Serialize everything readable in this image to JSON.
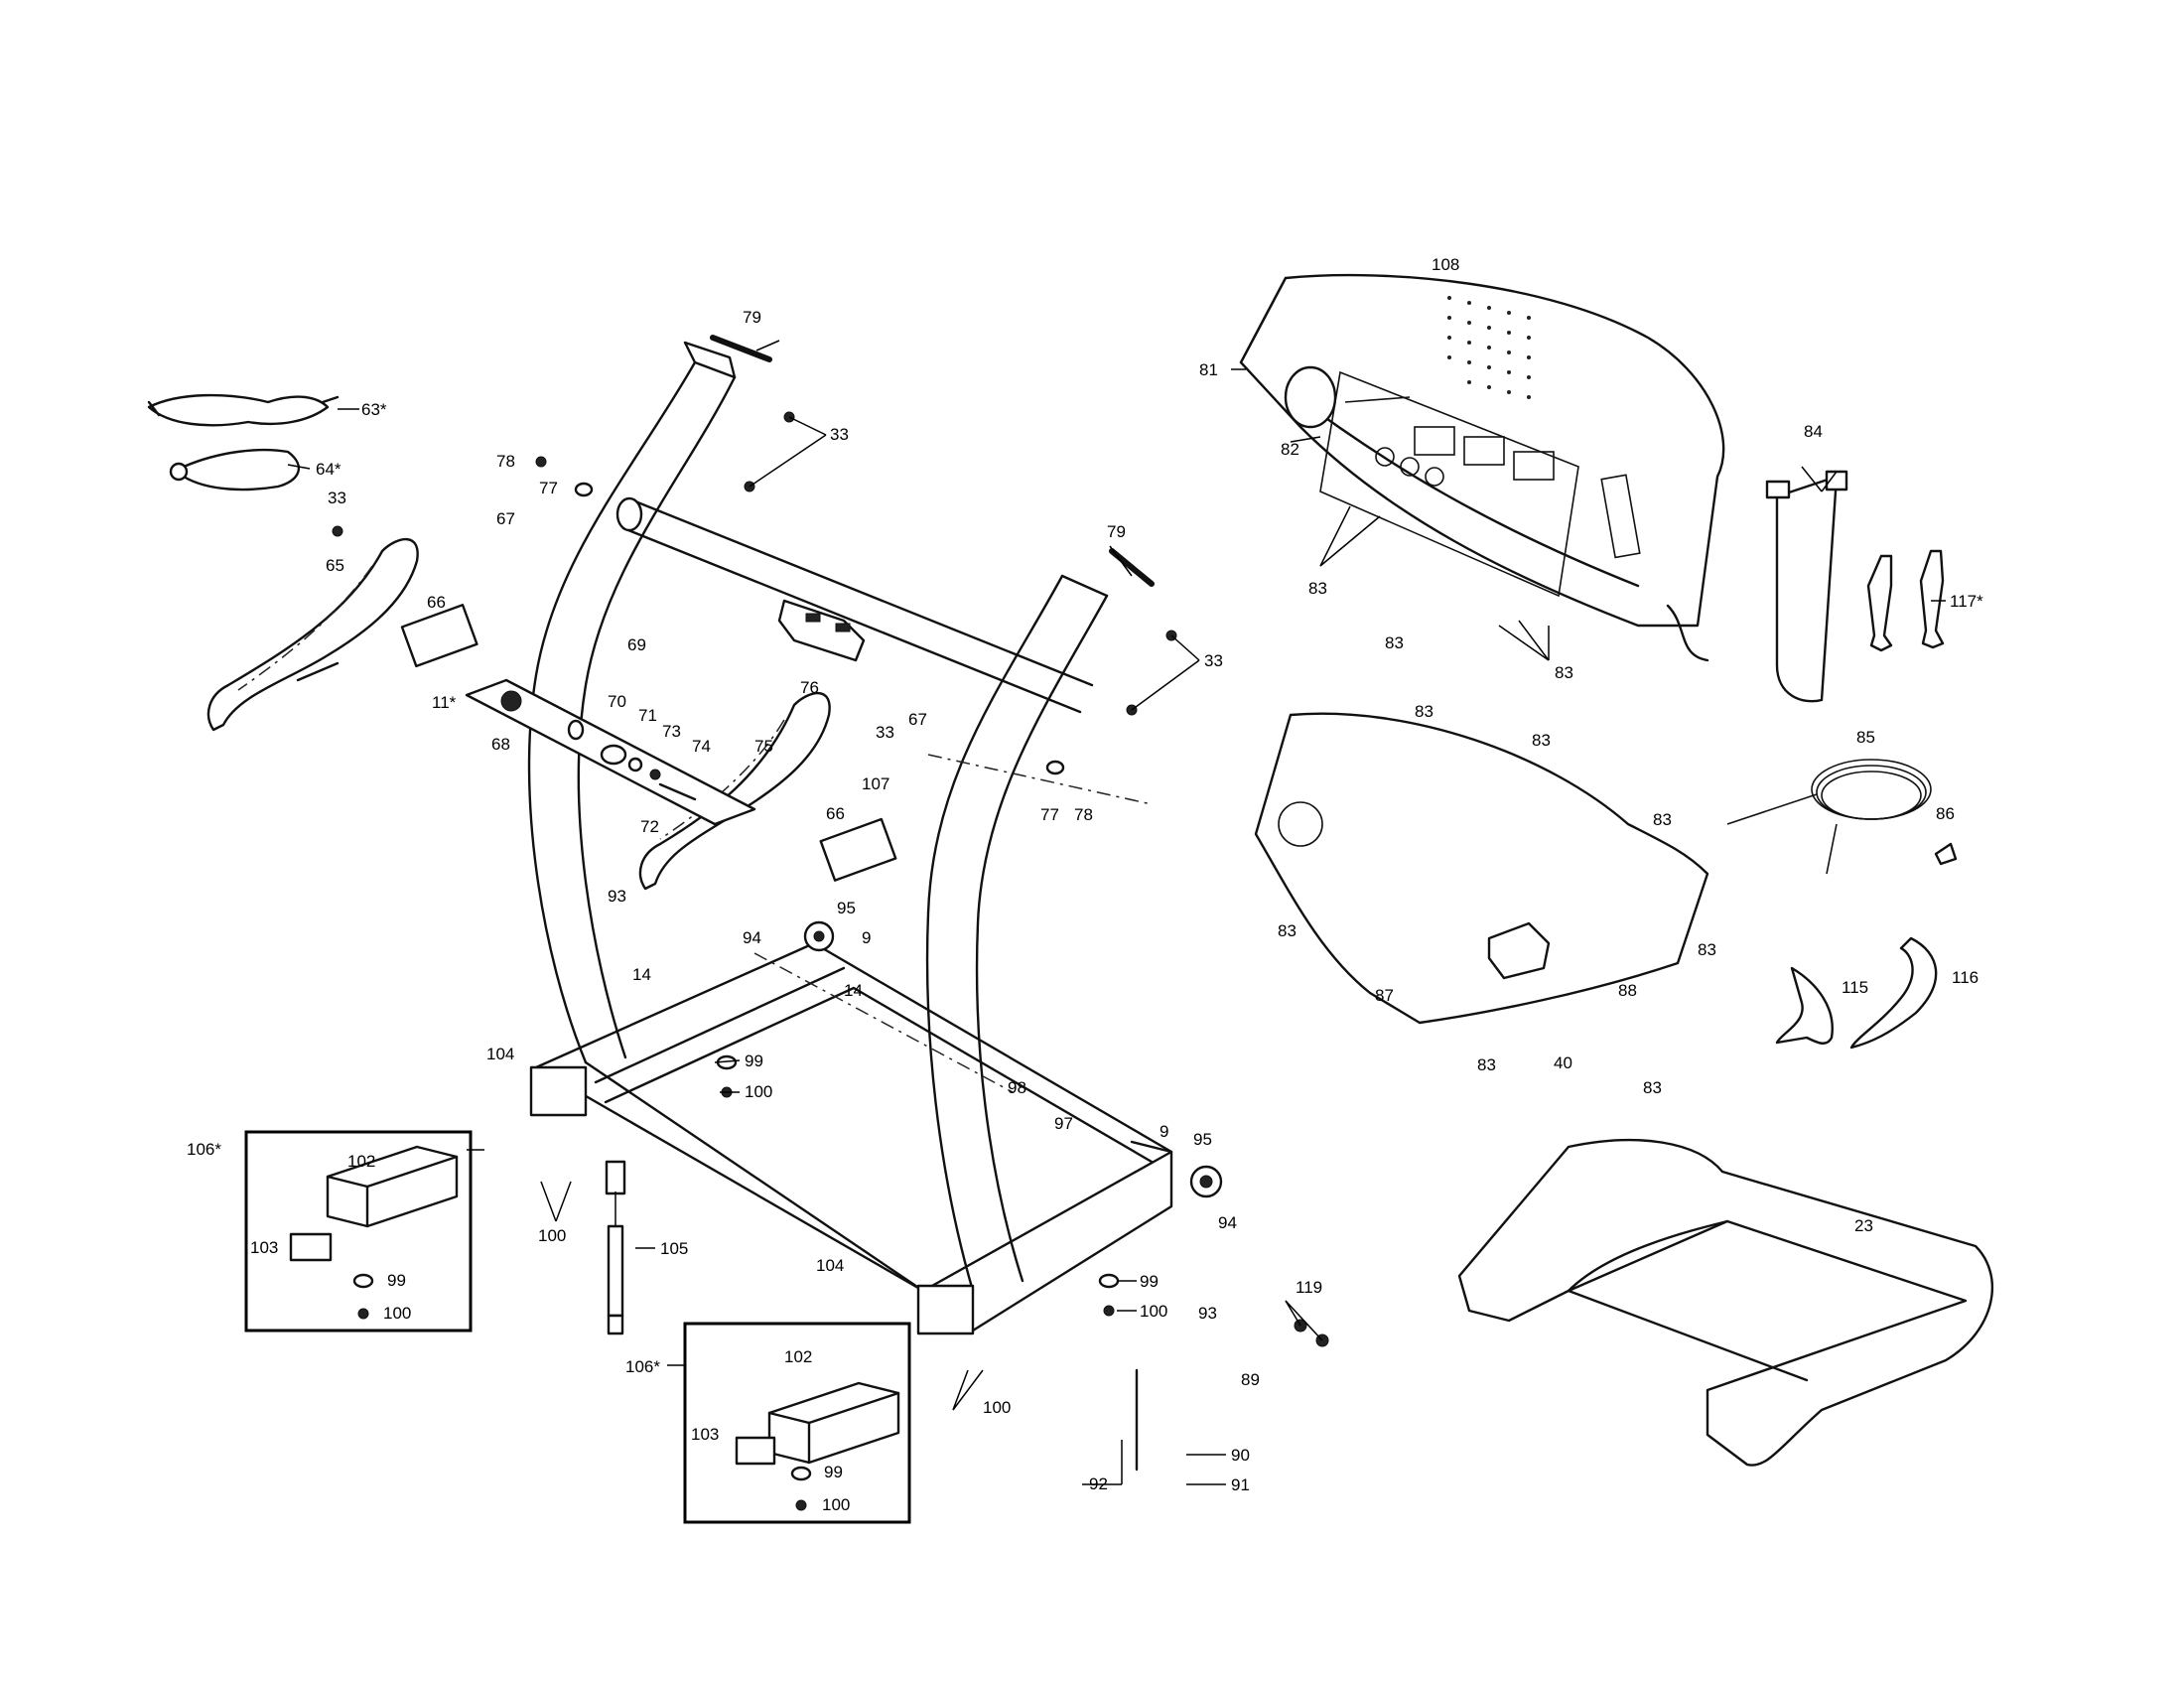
{
  "labels": [
    {
      "id": "p63",
      "text": "63*"
    },
    {
      "id": "p64",
      "text": "64*"
    },
    {
      "id": "p33a",
      "text": "33"
    },
    {
      "id": "p65",
      "text": "65"
    },
    {
      "id": "p66a",
      "text": "66"
    },
    {
      "id": "p79a",
      "text": "79"
    },
    {
      "id": "p33b",
      "text": "33"
    },
    {
      "id": "p78a",
      "text": "78"
    },
    {
      "id": "p77a",
      "text": "77"
    },
    {
      "id": "p67a",
      "text": "67"
    },
    {
      "id": "p69",
      "text": "69"
    },
    {
      "id": "p11",
      "text": "11*"
    },
    {
      "id": "p68",
      "text": "68"
    },
    {
      "id": "p70",
      "text": "70"
    },
    {
      "id": "p71",
      "text": "71"
    },
    {
      "id": "p73",
      "text": "73"
    },
    {
      "id": "p74",
      "text": "74"
    },
    {
      "id": "p72",
      "text": "72"
    },
    {
      "id": "p76",
      "text": "76"
    },
    {
      "id": "p75",
      "text": "75"
    },
    {
      "id": "p33c",
      "text": "33"
    },
    {
      "id": "p67b",
      "text": "67"
    },
    {
      "id": "p107",
      "text": "107"
    },
    {
      "id": "p66b",
      "text": "66"
    },
    {
      "id": "p79b",
      "text": "79"
    },
    {
      "id": "p33d",
      "text": "33"
    },
    {
      "id": "p77b",
      "text": "77"
    },
    {
      "id": "p78b",
      "text": "78"
    },
    {
      "id": "p93a",
      "text": "93"
    },
    {
      "id": "p94a",
      "text": "94"
    },
    {
      "id": "p95a",
      "text": "95"
    },
    {
      "id": "p9a",
      "text": "9"
    },
    {
      "id": "p14a",
      "text": "14"
    },
    {
      "id": "p14b",
      "text": "14"
    },
    {
      "id": "p104a",
      "text": "104"
    },
    {
      "id": "p99a",
      "text": "99"
    },
    {
      "id": "p100a",
      "text": "100"
    },
    {
      "id": "p106a",
      "text": "106*"
    },
    {
      "id": "p102a",
      "text": "102"
    },
    {
      "id": "p103a",
      "text": "103"
    },
    {
      "id": "p99b",
      "text": "99"
    },
    {
      "id": "p100b",
      "text": "100"
    },
    {
      "id": "p100c",
      "text": "100"
    },
    {
      "id": "p105",
      "text": "105"
    },
    {
      "id": "p98",
      "text": "98"
    },
    {
      "id": "p97",
      "text": "97"
    },
    {
      "id": "p9b",
      "text": "9"
    },
    {
      "id": "p95b",
      "text": "95"
    },
    {
      "id": "p94b",
      "text": "94"
    },
    {
      "id": "p104b",
      "text": "104"
    },
    {
      "id": "p99c",
      "text": "99"
    },
    {
      "id": "p100d",
      "text": "100"
    },
    {
      "id": "p93b",
      "text": "93"
    },
    {
      "id": "p106b",
      "text": "106*"
    },
    {
      "id": "p102b",
      "text": "102"
    },
    {
      "id": "p103b",
      "text": "103"
    },
    {
      "id": "p99d",
      "text": "99"
    },
    {
      "id": "p100e",
      "text": "100"
    },
    {
      "id": "p100f",
      "text": "100"
    },
    {
      "id": "p119",
      "text": "119"
    },
    {
      "id": "p89",
      "text": "89"
    },
    {
      "id": "p92",
      "text": "92"
    },
    {
      "id": "p90",
      "text": "90"
    },
    {
      "id": "p91",
      "text": "91"
    },
    {
      "id": "p108",
      "text": "108"
    },
    {
      "id": "p81",
      "text": "81"
    },
    {
      "id": "p82",
      "text": "82"
    },
    {
      "id": "p83a",
      "text": "83"
    },
    {
      "id": "p83b",
      "text": "83"
    },
    {
      "id": "p83c",
      "text": "83"
    },
    {
      "id": "p84",
      "text": "84"
    },
    {
      "id": "p117",
      "text": "117*"
    },
    {
      "id": "p83d",
      "text": "83"
    },
    {
      "id": "p83e",
      "text": "83"
    },
    {
      "id": "p83f",
      "text": "83"
    },
    {
      "id": "p83g",
      "text": "83"
    },
    {
      "id": "p83h",
      "text": "83"
    },
    {
      "id": "p87",
      "text": "87"
    },
    {
      "id": "p88",
      "text": "88"
    },
    {
      "id": "p83i",
      "text": "83"
    },
    {
      "id": "p40",
      "text": "40"
    },
    {
      "id": "p83j",
      "text": "83"
    },
    {
      "id": "p85",
      "text": "85"
    },
    {
      "id": "p86",
      "text": "86"
    },
    {
      "id": "p115",
      "text": "115"
    },
    {
      "id": "p116",
      "text": "116"
    },
    {
      "id": "p23",
      "text": "23"
    }
  ]
}
